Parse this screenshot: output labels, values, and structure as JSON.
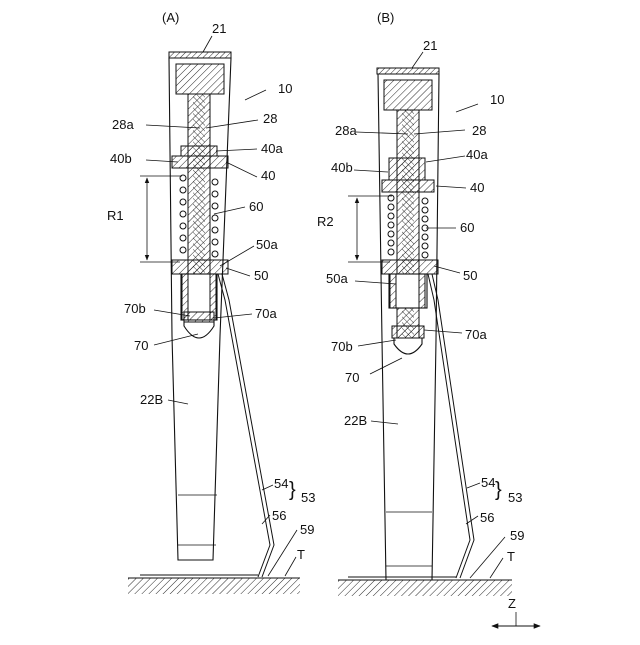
{
  "panels": {
    "A": {
      "title": "(A)",
      "labels": {
        "top_plate": "21",
        "assembly": "10",
        "screw_head": "28a",
        "screw": "28",
        "nut_left": "40b",
        "nut_right_top": "40a",
        "nut": "40",
        "range": "R1",
        "spring": "60",
        "holder_right_top": "50a",
        "holder": "50",
        "cap_left": "70b",
        "cap_right": "70a",
        "tip": "70",
        "housing": "22B",
        "arm_upper": "54",
        "arm_group": "53",
        "arm_lower": "56",
        "foot": "59",
        "surface": "T"
      }
    },
    "B": {
      "title": "(B)",
      "labels": {
        "top_plate": "21",
        "assembly": "10",
        "screw_head": "28a",
        "screw": "28",
        "nut_left": "40b",
        "nut_right_top": "40a",
        "nut": "40",
        "range": "R2",
        "spring": "60",
        "holder_left": "50a",
        "holder": "50",
        "cap_left": "70b",
        "cap_right": "70a",
        "tip": "70",
        "housing": "22B",
        "arm_upper": "54",
        "arm_group": "53",
        "arm_lower": "56",
        "foot": "59",
        "surface": "T"
      }
    }
  },
  "axis": {
    "label": "Z"
  }
}
